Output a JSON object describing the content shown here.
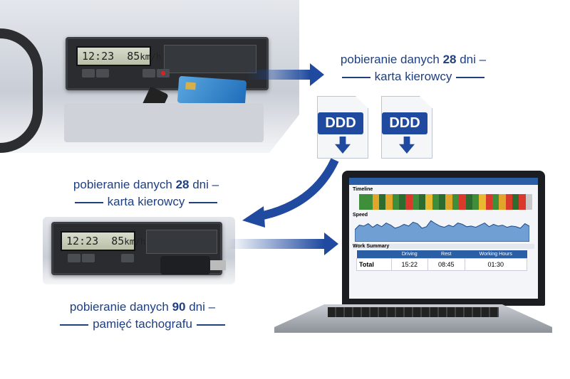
{
  "tachograph": {
    "time": "12:23",
    "speed": "85",
    "unit": "km/h"
  },
  "labels": {
    "card_top": {
      "prefix": "pobieranie danych ",
      "days": "28",
      "suffix": " dni –",
      "line2": "karta kierowcy"
    },
    "card_mid": {
      "prefix": "pobieranie danych ",
      "days": "28",
      "suffix": " dni –",
      "line2": "karta kierowcy"
    },
    "memory": {
      "prefix": "pobieranie danych ",
      "days": "90",
      "suffix": " dni –",
      "line2": "pamięć tachografu"
    }
  },
  "files": [
    {
      "label": "DDD"
    },
    {
      "label": "DDD"
    }
  ],
  "laptop": {
    "timeline_title": "Timeline",
    "timeline_colors": [
      "#3f8f3a",
      "#3f8f3a",
      "#e0a52a",
      "#2d6b2f",
      "#e0a52a",
      "#3f8f3a",
      "#2d6b2f",
      "#d93a2b",
      "#3f8f3a",
      "#2d6b2f",
      "#e8b830",
      "#3f8f3a",
      "#2d6b2f",
      "#e0a52a",
      "#3f8f3a",
      "#d93a2b",
      "#2d6b2f",
      "#3f8f3a",
      "#e8b830",
      "#d93a2b",
      "#3f8f3a",
      "#e0a52a",
      "#d93a2b",
      "#2d6b2f",
      "#d93a2b",
      "#c9c9c9"
    ],
    "speed_title": "Speed",
    "speed_values": [
      40,
      55,
      52,
      60,
      48,
      58,
      50,
      62,
      55,
      45,
      50,
      58,
      52,
      65,
      60,
      45,
      50,
      70,
      60,
      52,
      48,
      55,
      50,
      62,
      58,
      50,
      52,
      48,
      55,
      62,
      50,
      58,
      52,
      55,
      48,
      52,
      50,
      45,
      60,
      52
    ],
    "summary_title": "Work Summary",
    "columns": [
      "",
      "Driving",
      "Rest",
      "Working Hours"
    ],
    "row": {
      "label": "Total",
      "driving": "15:22",
      "rest": "08:45",
      "working": "01:30"
    }
  }
}
